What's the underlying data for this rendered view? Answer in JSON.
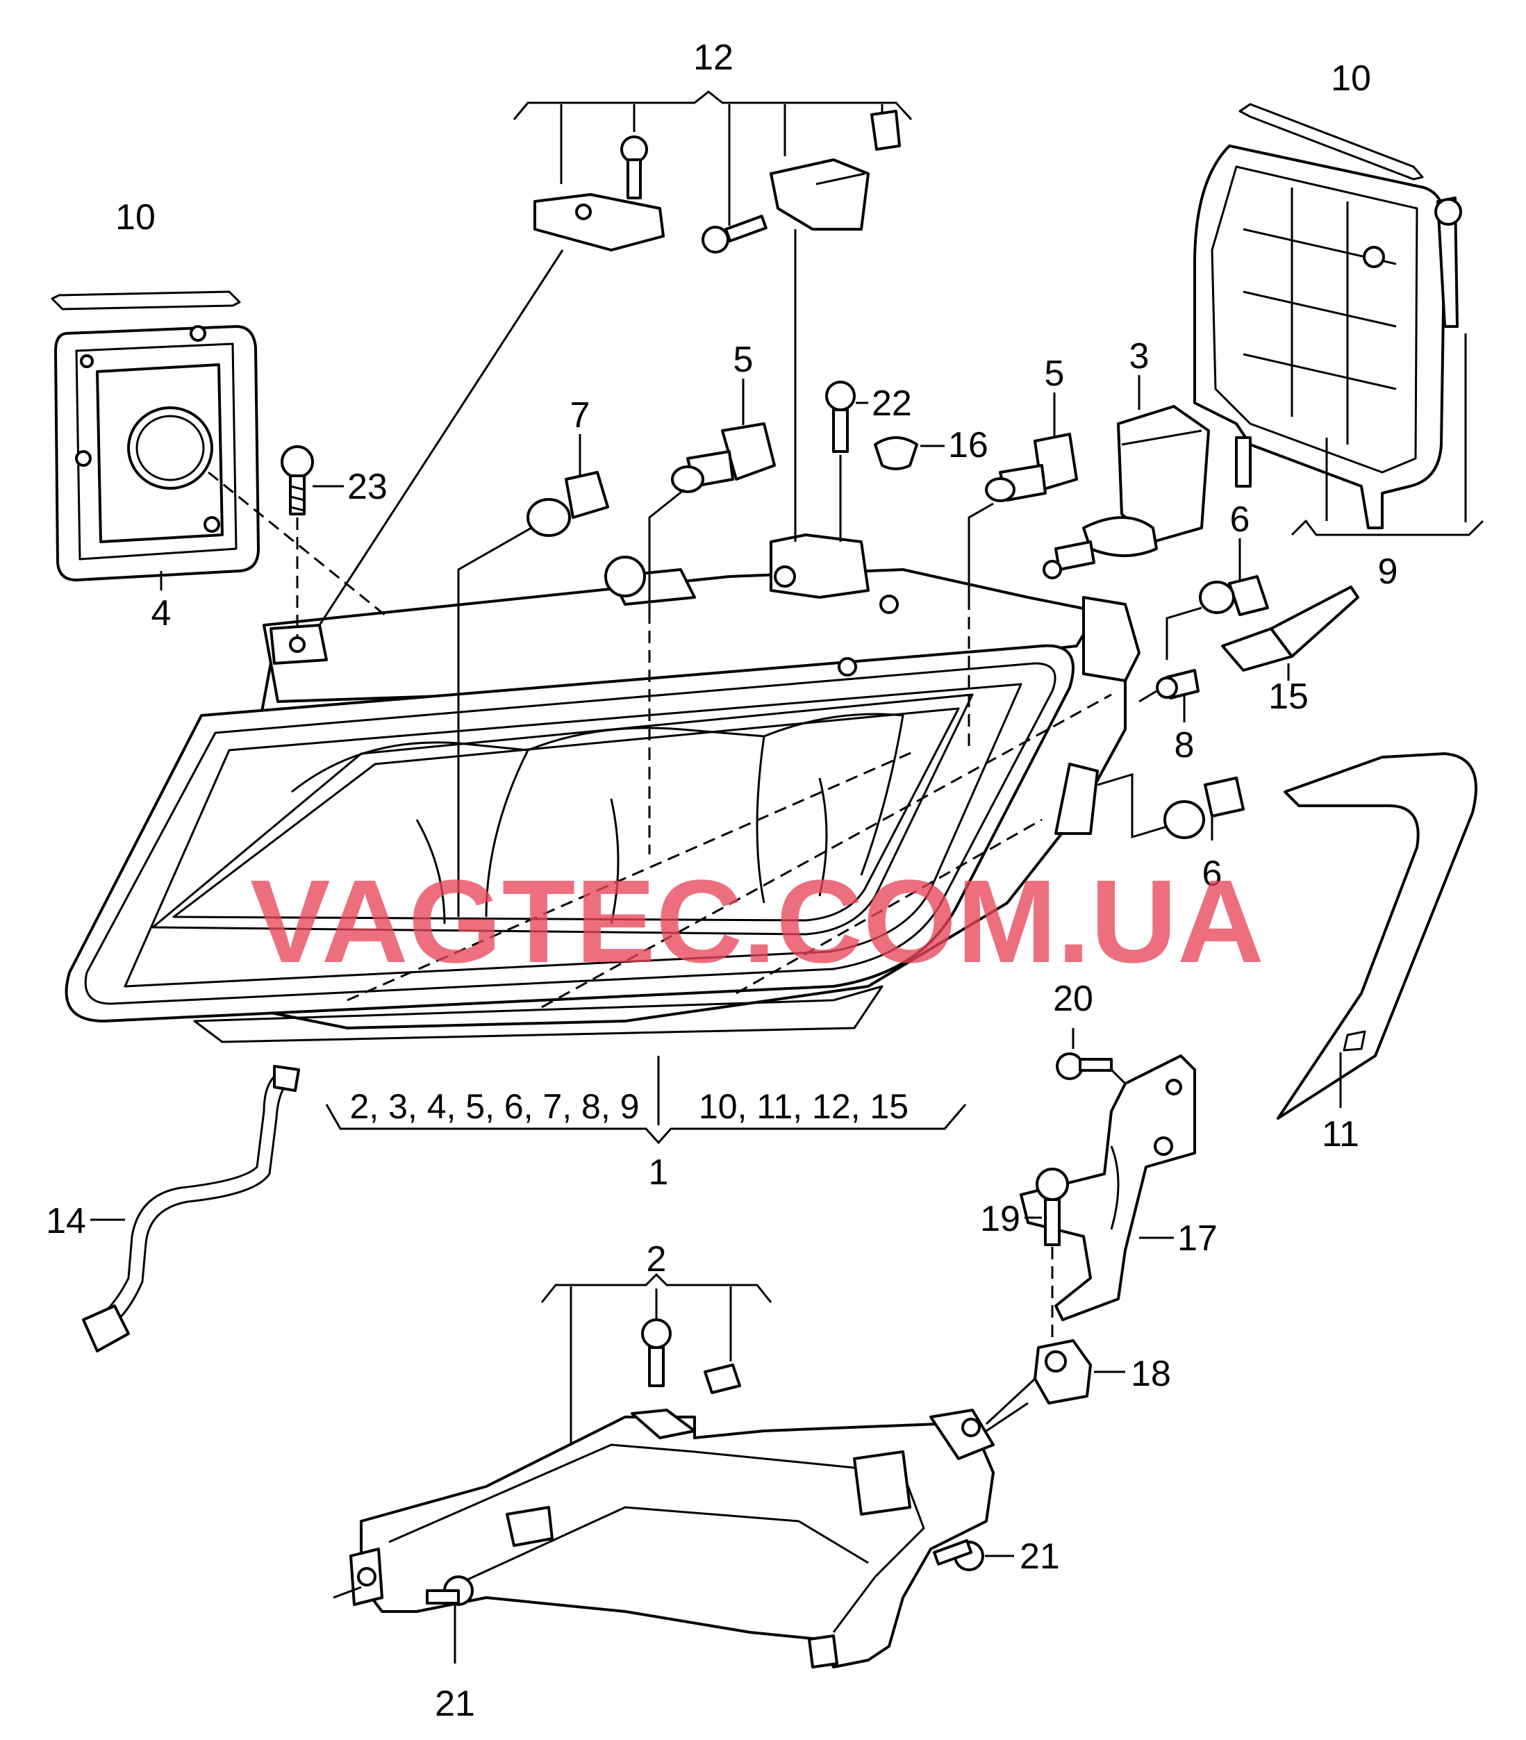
{
  "watermark": "VAGTEC.COM.UA",
  "callouts": {
    "c1": "1",
    "c2": "2",
    "c3": "3",
    "c4": "4",
    "c5a": "5",
    "c5b": "5",
    "c6a": "6",
    "c6b": "6",
    "c7": "7",
    "c8": "8",
    "c9": "9",
    "c10a": "10",
    "c10b": "10",
    "c11": "11",
    "c12": "12",
    "c14": "14",
    "c15": "15",
    "c16": "16",
    "c17": "17",
    "c18": "18",
    "c19": "19",
    "c20": "20",
    "c21a": "21",
    "c21b": "21",
    "c22": "22",
    "c23": "23"
  },
  "group_labels": {
    "left": "2, 3, 4, 5, 6, 7, 8, 9",
    "right": "10, 11, 12, 15"
  },
  "colors": {
    "lines": "#000000",
    "watermark": "#e8475a",
    "background": "#ffffff"
  }
}
